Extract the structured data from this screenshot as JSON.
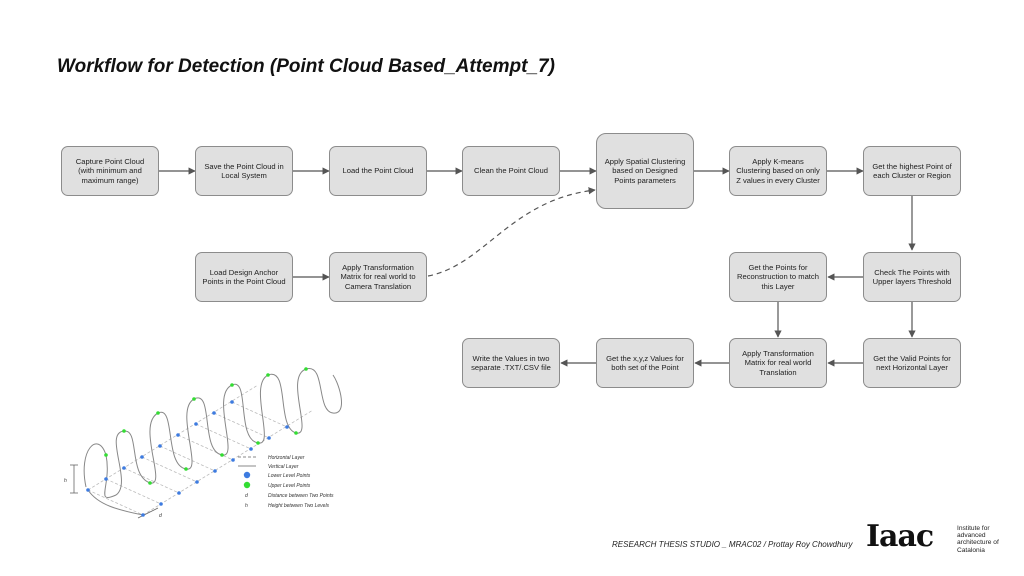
{
  "title": "Workflow for Detection (Point Cloud Based_Attempt_7)",
  "nodes": {
    "capture": "Capture Point Cloud (with minimum and maximum range)",
    "save": "Save the Point Cloud in Local System",
    "load": "Load the Point Cloud",
    "clean": "Clean the Point Cloud",
    "spatial": "Apply Spatial Clustering based on Designed Points parameters",
    "kmeans": "Apply K-means Clustering based on only Z values in every Cluster",
    "highest": "Get the highest Point of each Cluster or  Region",
    "anchor": "Load Design Anchor Points in the Point Cloud",
    "transform_camera": "Apply Transformation Matrix for real world to Camera Translation",
    "check": "Check The Points with Upper layers Threshold",
    "reconstruct": "Get the Points for Reconstruction to match this Layer",
    "valid": "Get the Valid Points for next Horizontal Layer",
    "transform_world": "Apply Transformation Matrix for real world Translation",
    "xyz": "Get the x,y,z Values for both set of the Point",
    "write": "Write the Values in two separate .TXT/.CSV file"
  },
  "legend": {
    "horizontal": "Horizontal Layer",
    "vertical": "Vertical Layer",
    "lower": "Lower Level Points",
    "upper": "Upper Level Points",
    "d_symbol": "d",
    "d_label": "Distance between Two Points",
    "h_symbol": "h",
    "h_label": "Height between Two Levels"
  },
  "colors": {
    "lower_points": "#3d7be0",
    "upper_points": "#33dd33",
    "node_fill": "#e0e0e0"
  },
  "footer": "RESEARCH THESIS STUDIO _ MRAC02 / Prottay Roy Chowdhury",
  "logo": {
    "mark": "Iaac",
    "text": "Institute for advanced architecture of Catalonia"
  }
}
